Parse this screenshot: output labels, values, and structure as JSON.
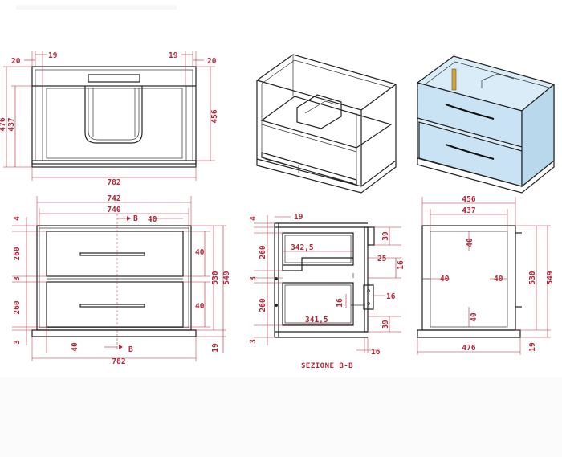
{
  "dimensions": {
    "top_20_left": "20",
    "top_19_left": "19",
    "top_19_right": "19",
    "top_20_right": "20",
    "top_476": "476",
    "top_437": "437",
    "top_456": "456",
    "top_782": "782",
    "front_742": "742",
    "front_740": "740",
    "front_B_top": "B",
    "front_40_top": "40",
    "front_4": "4",
    "front_260_upper": "260",
    "front_3_mid": "3",
    "front_260_lower": "260",
    "front_3_low": "3",
    "front_40_bottom": "40",
    "front_B_bottom": "B",
    "front_782": "782",
    "front_40_r_upper": "40",
    "front_40_r_lower": "40",
    "front_530": "530",
    "front_549": "549",
    "front_19": "19",
    "sec_4": "4",
    "sec_19": "19",
    "sec_260_upper": "260",
    "sec_342_5": "342,5",
    "sec_39_upper": "39",
    "sec_25": "25",
    "sec_16_right_upper": "16",
    "sec_3_mid": "3",
    "sec_260_lower": "260",
    "sec_16_inner": "16",
    "sec_16_right": "16",
    "sec_341_5": "341,5",
    "sec_39_lower": "39",
    "sec_3_low": "3",
    "sec_16_bottom": "16",
    "side_456": "456",
    "side_437": "437",
    "side_40_top": "40",
    "side_40_left": "40",
    "side_40_right": "40",
    "side_40_bottom": "40",
    "side_530": "530",
    "side_549": "549",
    "side_476": "476",
    "side_19": "19"
  },
  "caption": "SEZIONE B-B",
  "colors": {
    "dimension": "#b0283a",
    "outline": "#222222",
    "render_cabinet": "#d9ecf7",
    "render_front": "#c9e3f4"
  },
  "icons": [
    "section-arrow-icon"
  ]
}
